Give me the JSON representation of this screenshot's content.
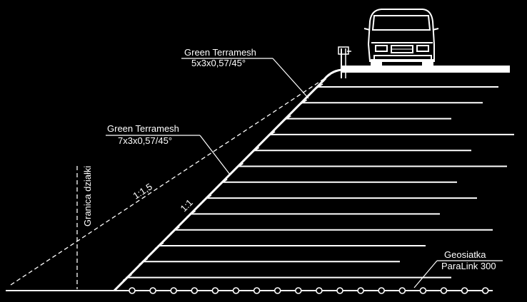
{
  "diagram": {
    "top_mesh": {
      "name": "Green Terramesh",
      "spec": "5x3x0,57/45°"
    },
    "lower_mesh": {
      "name": "Green Terramesh",
      "spec": "7x3x0,57/45°"
    },
    "slope_gentle": "1:1,5",
    "slope_steep": "1:1",
    "boundary": "Granica działki",
    "geogrid": {
      "name": "Geosiatka",
      "product": "ParaLink 300"
    },
    "vehicle_icon": "van-icon",
    "colors": {
      "background": "#000000",
      "line": "#ffffff"
    }
  }
}
